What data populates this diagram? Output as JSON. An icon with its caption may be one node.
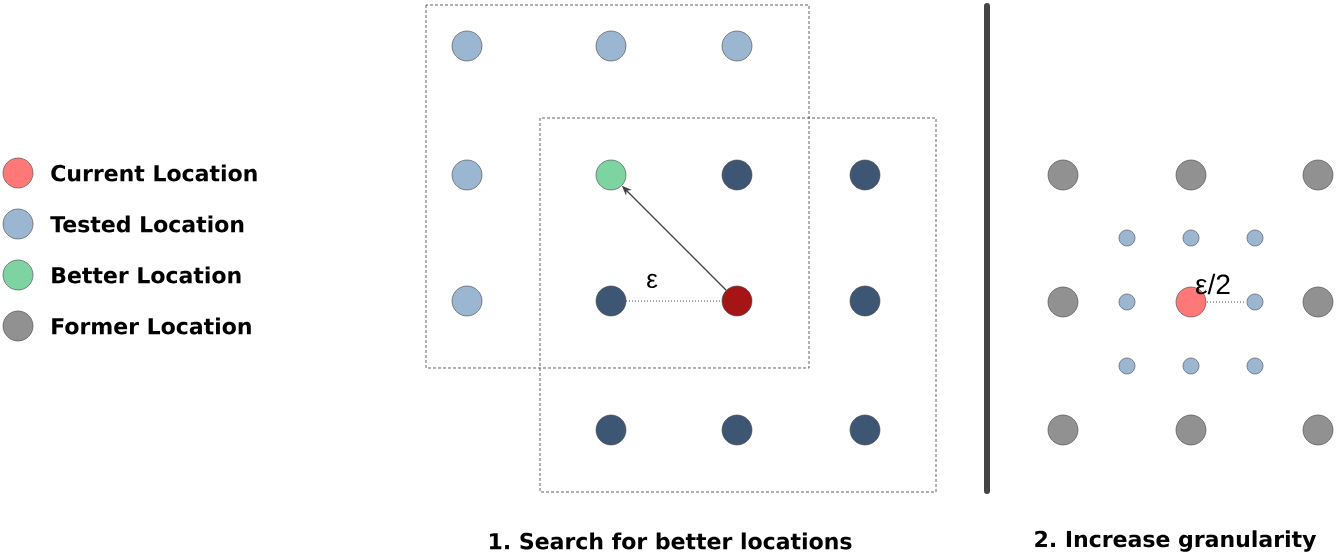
{
  "diagram": {
    "nodes": [
      {
        "text": [],
        "shape": "circle"
      },
      {
        "text": [],
        "shape": "circle"
      },
      {
        "text": [],
        "shape": "circle"
      },
      {
        "text": [],
        "shape": "circle"
      },
      {
        "text": [],
        "shape": "circle"
      },
      {
        "text": [],
        "shape": "circle"
      },
      {
        "text": [],
        "shape": "circle"
      },
      {
        "text": [],
        "shape": "circle"
      },
      {
        "text": [],
        "shape": "circle"
      },
      {
        "text": [],
        "shape": "circle"
      },
      {
        "text": [],
        "shape": "circle"
      },
      {
        "text": [],
        "shape": "circle"
      },
      {
        "text": [],
        "shape": "circle"
      },
      {
        "text": [],
        "shape": "circle"
      },
      {
        "text": [],
        "shape": "circle"
      },
      {
        "text": [],
        "shape": "circle"
      },
      {
        "text": [],
        "shape": "circle"
      },
      {
        "text": [],
        "shape": "circle"
      },
      {
        "text": [],
        "shape": "circle"
      },
      {
        "text": [],
        "shape": "circle"
      },
      {
        "text": [],
        "shape": "circle"
      },
      {
        "text": [],
        "shape": "circle"
      },
      {
        "text": [],
        "shape": "circle"
      },
      {
        "text": [],
        "shape": "circle"
      },
      {
        "text": [],
        "shape": "circle"
      },
      {
        "text": [],
        "shape": "circle"
      },
      {
        "text": [],
        "shape": "circle"
      },
      {
        "text": [],
        "shape": "circle"
      },
      {
        "text": [],
        "shape": "circle"
      },
      {
        "text": [],
        "shape": "circle"
      },
      {
        "text": [],
        "shape": "circle"
      }
    ],
    "edges": [
      {
        "from": 15,
        "to": 4,
        "arrow": "to"
      }
    ],
    "labels": [
      "ε",
      "ε/2",
      "1. Search for better locations",
      "2. Increase granularity"
    ],
    "legend": [
      {
        "text": "Current Location"
      },
      {
        "text": "Tested Location"
      },
      {
        "text": "Better Location"
      },
      {
        "text": "Former Location"
      }
    ]
  }
}
